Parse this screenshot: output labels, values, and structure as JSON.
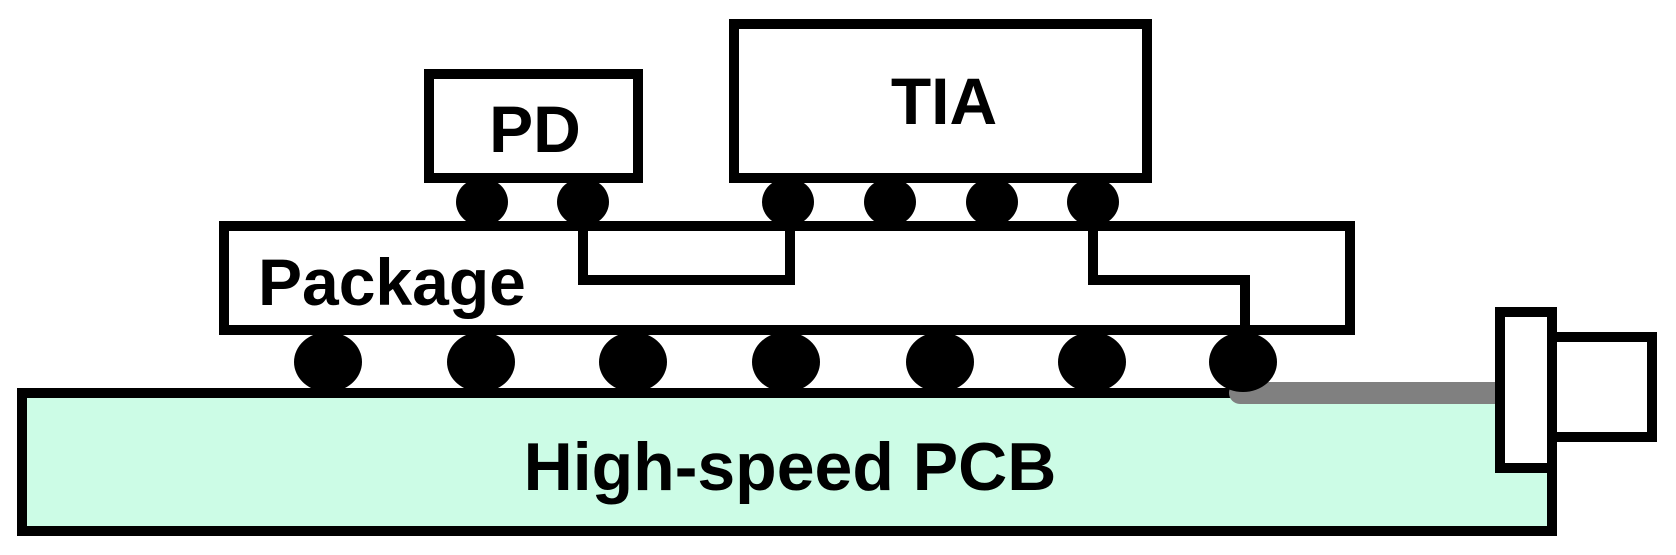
{
  "labels": {
    "pd": "PD",
    "tia": "TIA",
    "package": "Package",
    "pcb": "High-speed PCB"
  },
  "colors": {
    "outline": "#000000",
    "pcb_fill": "#ccfce6",
    "box_fill": "#ffffff",
    "bump": "#000000",
    "rf_trace": "#808080"
  }
}
